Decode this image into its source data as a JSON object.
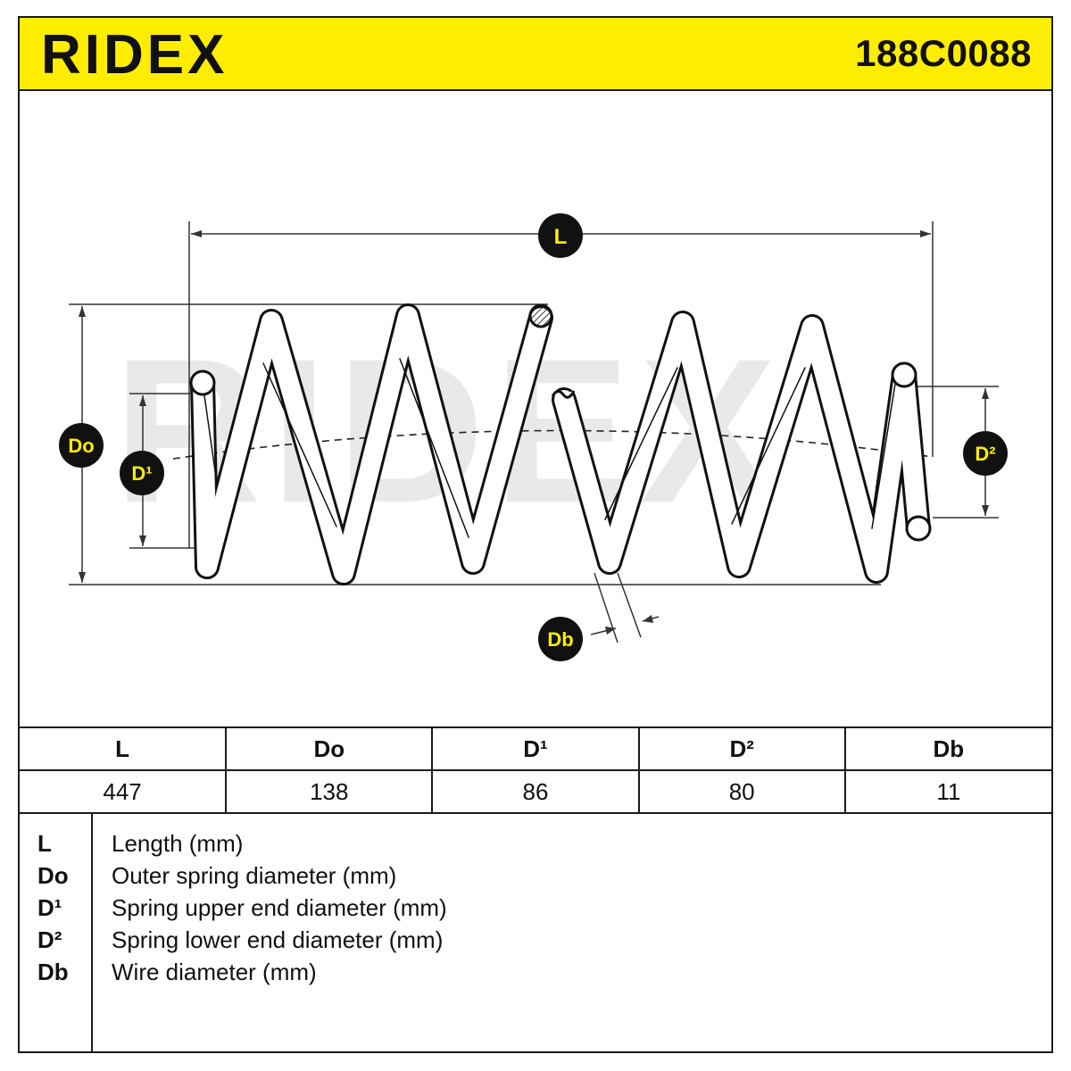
{
  "brand": "RIDEX",
  "part_number": "188C0088",
  "colors": {
    "accent_yellow": "#ffed00",
    "ink": "#1a1a1a"
  },
  "diagram_labels": {
    "L": "L",
    "Do": "Do",
    "D1": "D¹",
    "D2": "D²",
    "Db": "Db"
  },
  "spec_table": {
    "headers": [
      "L",
      "Do",
      "D¹",
      "D²",
      "Db"
    ],
    "values": [
      "447",
      "138",
      "86",
      "80",
      "11"
    ]
  },
  "legend": [
    {
      "key": "L",
      "desc": "Length (mm)"
    },
    {
      "key": "Do",
      "desc": "Outer spring diameter (mm)"
    },
    {
      "key": "D¹",
      "desc": "Spring upper end diameter (mm)"
    },
    {
      "key": "D²",
      "desc": "Spring lower end diameter (mm)"
    },
    {
      "key": "Db",
      "desc": "Wire diameter (mm)"
    }
  ]
}
